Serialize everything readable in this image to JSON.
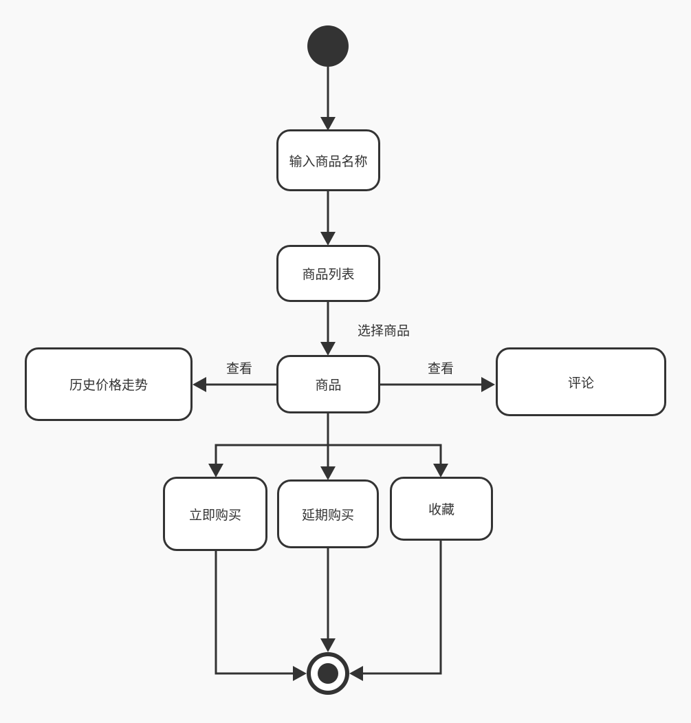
{
  "diagram": {
    "nodes": {
      "input_name": "输入商品名称",
      "product_list": "商品列表",
      "product": "商品",
      "price_history": "历史价格走势",
      "comments": "评论",
      "buy_now": "立即购买",
      "buy_later": "延期购买",
      "favorite": "收藏"
    },
    "edge_labels": {
      "select_product": "选择商品",
      "view_left": "查看",
      "view_right": "查看"
    },
    "colors": {
      "stroke": "#333333",
      "node_fill": "#ffffff",
      "background": "#f9f9f9"
    }
  }
}
